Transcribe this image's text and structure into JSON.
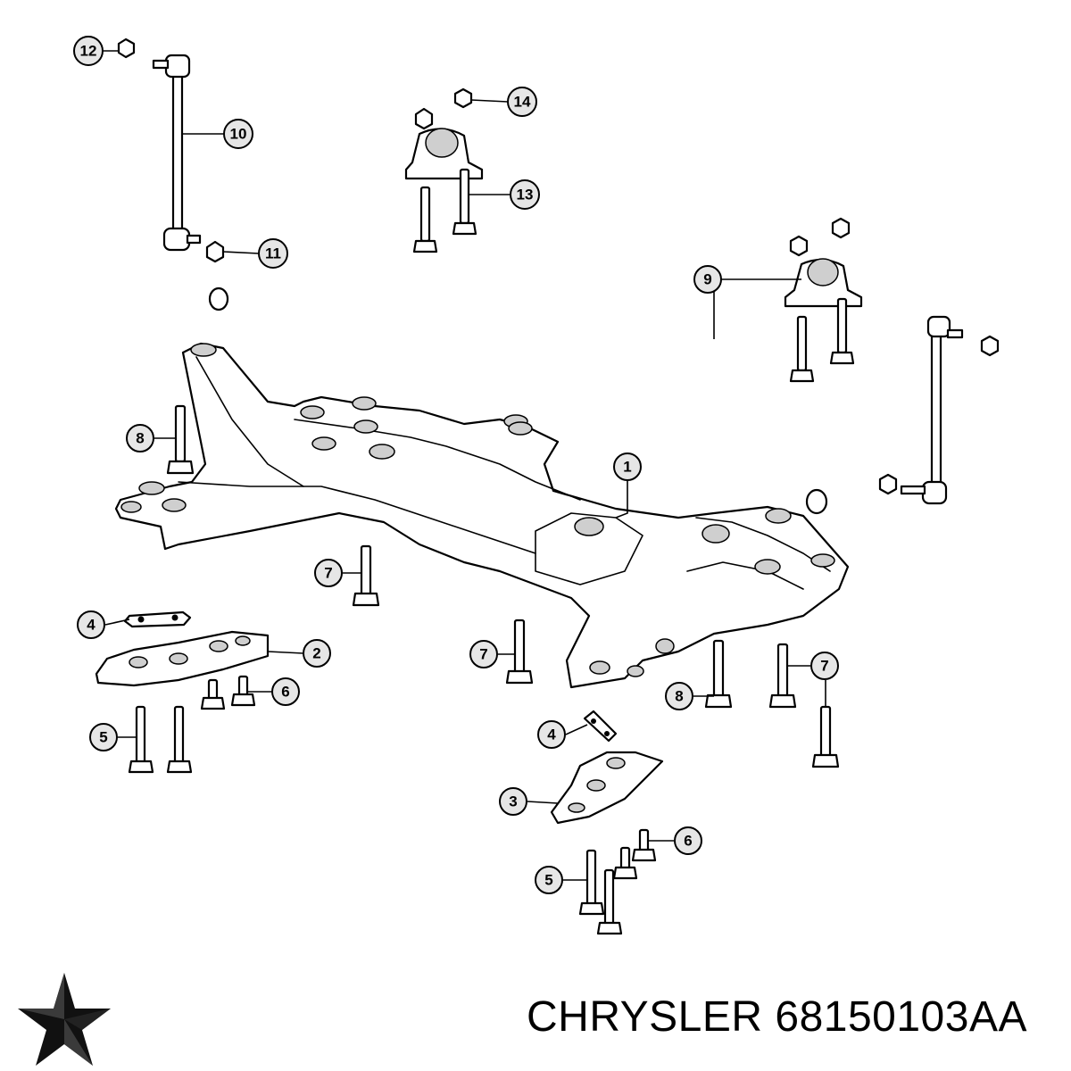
{
  "caption": {
    "brand": "CHRYSLER",
    "part_number": "68150103AA"
  },
  "logo": {
    "icon": "pentastar-logo-icon"
  },
  "callouts": [
    {
      "id": "c12",
      "label": "12"
    },
    {
      "id": "c10",
      "label": "10"
    },
    {
      "id": "c11",
      "label": "11"
    },
    {
      "id": "c14",
      "label": "14"
    },
    {
      "id": "c13",
      "label": "13"
    },
    {
      "id": "c9",
      "label": "9"
    },
    {
      "id": "c8a",
      "label": "8"
    },
    {
      "id": "c1",
      "label": "1"
    },
    {
      "id": "c7a",
      "label": "7"
    },
    {
      "id": "c4a",
      "label": "4"
    },
    {
      "id": "c2",
      "label": "2"
    },
    {
      "id": "c6a",
      "label": "6"
    },
    {
      "id": "c5a",
      "label": "5"
    },
    {
      "id": "c7b",
      "label": "7"
    },
    {
      "id": "c7c",
      "label": "7"
    },
    {
      "id": "c8b",
      "label": "8"
    },
    {
      "id": "c4b",
      "label": "4"
    },
    {
      "id": "c3",
      "label": "3"
    },
    {
      "id": "c6b",
      "label": "6"
    },
    {
      "id": "c5b",
      "label": "5"
    }
  ]
}
